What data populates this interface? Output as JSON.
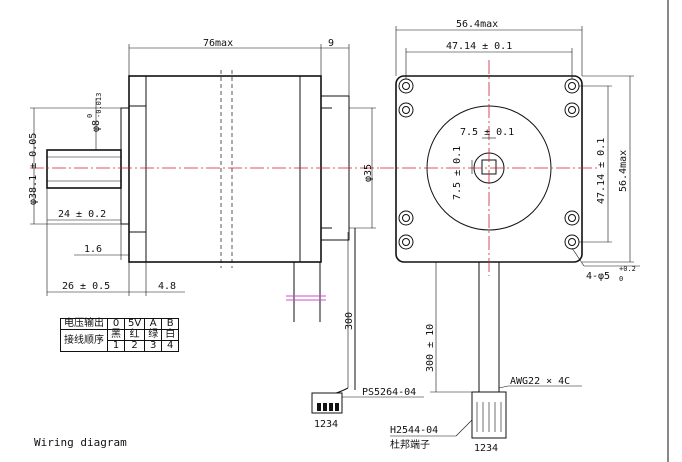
{
  "dims": {
    "body_length": "76max",
    "shaft_length": "9",
    "flange_width": "56.4max",
    "hole_spacing_h": "47.14 ± 0.1",
    "hole_spacing_v": "47.14 ± 0.1",
    "flange_height": "56.4max",
    "boss_dia": "φ38.1 ± 0.05",
    "shaft_dia": "φ8",
    "shaft_tol_upper": "0",
    "shaft_tol_lower": "-0.013",
    "shaft_flat_len": "24 ± 0.2",
    "boss_step": "1.6",
    "shaft_total": "26 ± 0.5",
    "flange_thk": "4.8",
    "rear_dia": "φ35",
    "flat_h": "7.5 ± 0.1",
    "flat_v": "7.5 ± 0.1",
    "holes_prefix": "4-φ5",
    "holes_tol_upper": "+0.2",
    "holes_tol_lower": "0",
    "lead_length_side": "300",
    "lead_length_front": "300 ± 10"
  },
  "labels": {
    "connector_1": "PS5264-04",
    "connector_2": "H2544-04",
    "connector_2_sub": "杜邦端子",
    "wire_spec": "AWG22 × 4C",
    "pins_1": "1234",
    "pins_2": "1234",
    "caption": "Wiring diagram"
  },
  "wiring_table": {
    "row1_label": "电压输出",
    "row2_label": "接线顺序",
    "outputs": [
      "0",
      "5V",
      "A",
      "B"
    ],
    "colors": [
      "黑",
      "红",
      "绿",
      "白"
    ],
    "pins": [
      "1",
      "2",
      "3",
      "4"
    ]
  }
}
